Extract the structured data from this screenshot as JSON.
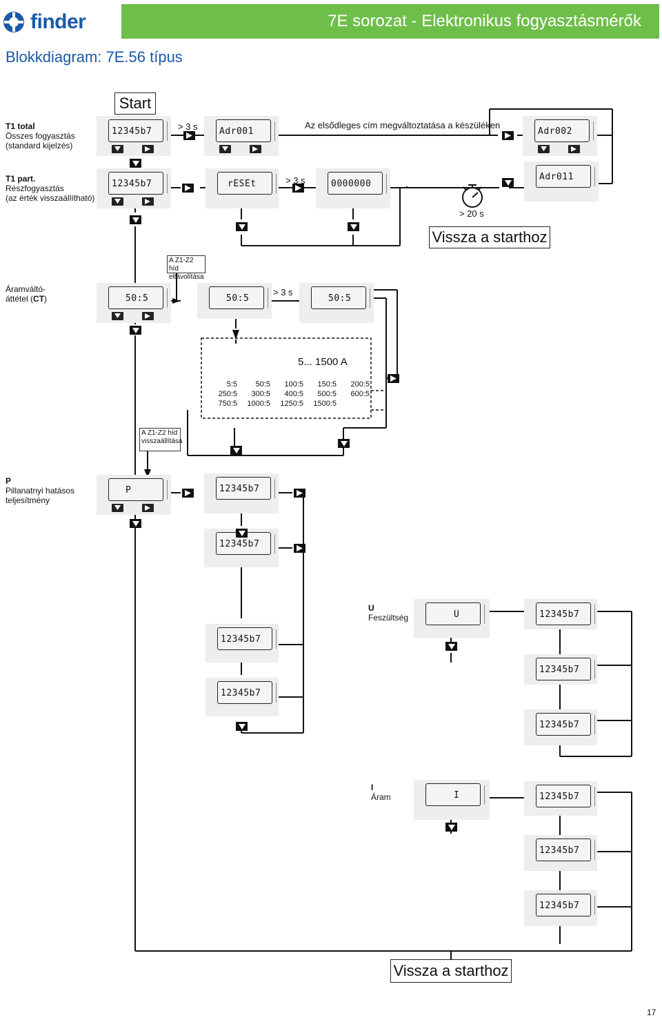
{
  "header": {
    "brand": "finder",
    "title": "7E sorozat - Elektronikus fogyasztásmérők",
    "subtitle": "Blokkdiagram: 7E.56 típus",
    "colors": {
      "brand_blue": "#1b5aa6",
      "title_green": "#6ebe4a"
    }
  },
  "start_label": "Start",
  "back_label_1": "Vissza a starthoz",
  "back_label_2": "Vissza a starthoz",
  "rows": {
    "t1_total": {
      "title": "T1 total",
      "line2": "Összes fogyasztás",
      "line3": "(standard kijelzés)",
      "hold": "> 3 s",
      "note": "Az elsődleges cím megváltoztatása a készüléken"
    },
    "t1_part": {
      "title": "T1 part.",
      "line2": "Részfogyasztás",
      "line3": "(az érték visszaállítható)",
      "hold": "> 3 s",
      "timeout": "> 20 s"
    },
    "ct": {
      "line1": "Áramváltó-",
      "line2": "áttétel (",
      "bold": "CT",
      "line3": ")",
      "hold": "> 3 s",
      "bridge_remove_1": "A Z1-Z2 híd",
      "bridge_remove_2": "eltávolítása",
      "bridge_restore_1": "A Z1-Z2 híd",
      "bridge_restore_2": "visszaállítása",
      "range": "5... 1500 A",
      "ratios": [
        [
          "5:5",
          "50:5",
          "100:5",
          "150:5",
          "200:5"
        ],
        [
          "250:5",
          "300:5",
          "400:5",
          "500:5",
          "600:5"
        ],
        [
          "750:5",
          "1000:5",
          "1250:5",
          "1500:5",
          ""
        ]
      ]
    },
    "p": {
      "title": "P",
      "line2": "Pillanatnyi hatásos",
      "line3": "teljesítmény"
    },
    "u": {
      "title": "U",
      "line2": "Feszültség"
    },
    "i": {
      "title": "I",
      "line2": "Áram"
    }
  },
  "displays": {
    "total": "12345b7",
    "adr001": "Adr001",
    "adr002": "Adr002",
    "part": "12345b7",
    "reset": "rESEt",
    "zeros": "0000000",
    "adr011": "Adr011",
    "ct": "50:5",
    "p": "P",
    "val": "12345b7",
    "u": "U",
    "i": "I"
  },
  "page_number": "17"
}
